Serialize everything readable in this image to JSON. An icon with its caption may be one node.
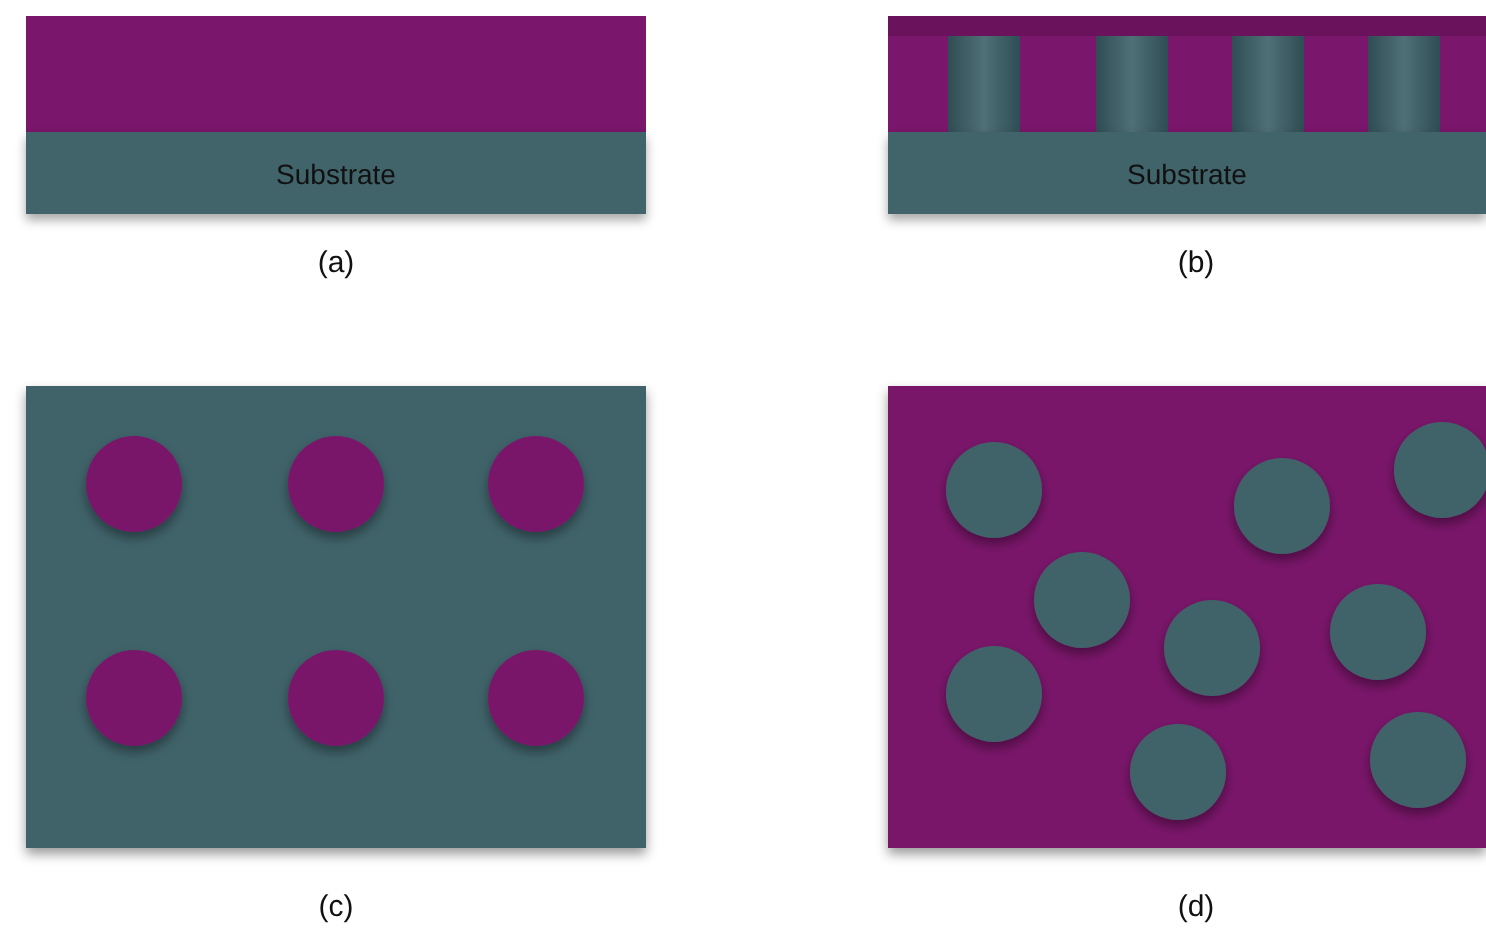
{
  "diagram": {
    "nodes": [
      {
        "text": [
          "Substrate"
        ]
      },
      {
        "text": [
          "Substrate"
        ]
      }
    ],
    "labels": [
      "(a)",
      "(b)",
      "(c)",
      "(d)"
    ]
  }
}
